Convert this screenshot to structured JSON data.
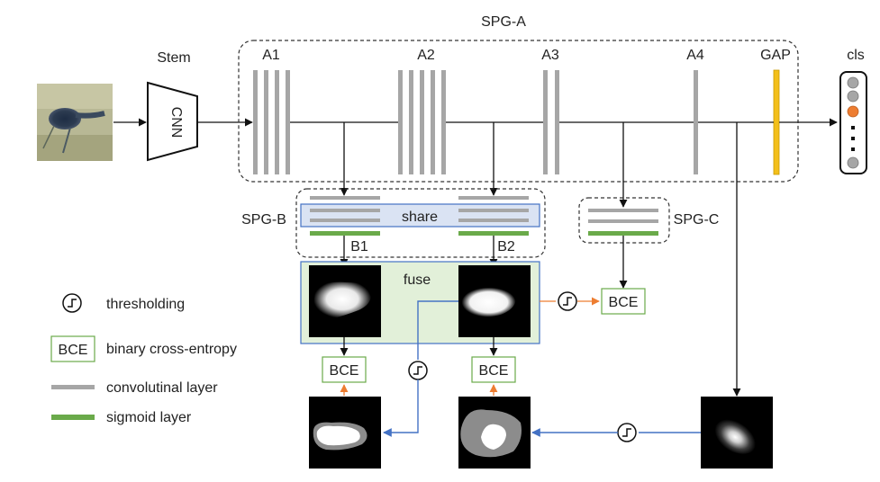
{
  "labels": {
    "spg_a": "SPG-A",
    "spg_b": "SPG-B",
    "spg_c": "SPG-C",
    "stem": "Stem",
    "cnn": "CNN",
    "a1": "A1",
    "a2": "A2",
    "a3": "A3",
    "a4": "A4",
    "gap": "GAP",
    "cls": "cls",
    "share": "share",
    "b1": "B1",
    "b2": "B2",
    "fuse": "fuse",
    "bce": "BCE"
  },
  "legend": {
    "thresholding": "thresholding",
    "bce_short": "BCE",
    "bce": "binary cross-entropy",
    "conv": "convolutinal layer",
    "sigmoid": "sigmoid layer"
  },
  "colors": {
    "conv_gray": "#a6a6a6",
    "sigmoid_green": "#6aaa4a",
    "gap_yellow": "#f3bf1a",
    "share_blue": "#dae3f3",
    "fuse_green": "#e2f0d9",
    "arrow_orange": "#ed7d31",
    "arrow_blue": "#4472c4",
    "cls_orange": "#ed7d31"
  }
}
